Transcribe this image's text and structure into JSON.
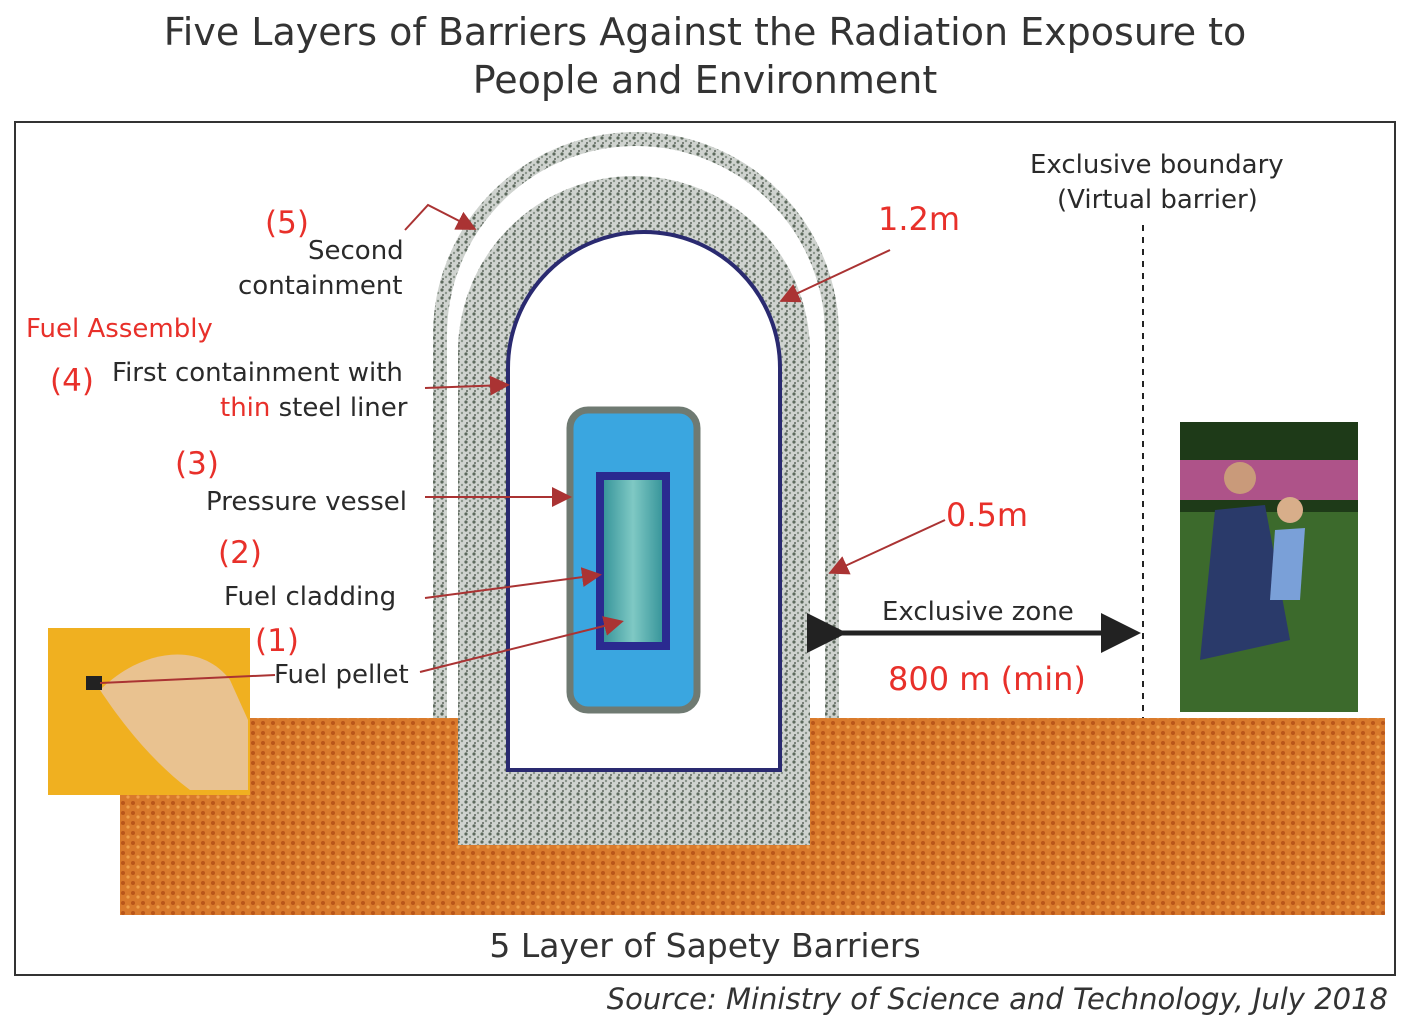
{
  "title": {
    "line1": "Five Layers of Barriers Against the Radiation Exposure to",
    "line2": "People and Environment"
  },
  "labels": {
    "layer5_num": "(5)",
    "layer5_text1": "Second",
    "layer5_text2": "containment",
    "fuel_assembly": "Fuel Assembly",
    "layer4_num": "(4)",
    "layer4_text1": "First containment with",
    "layer4_thin": "thin",
    "layer4_text2": " steel liner",
    "layer3_num": "(3)",
    "layer3_text": "Pressure vessel",
    "layer2_num": "(2)",
    "layer2_text": "Fuel cladding",
    "layer1_num": "(1)",
    "layer1_text": "Fuel pellet",
    "thickness_outer": "1.2m",
    "thickness_inner": "0.5m",
    "boundary1": "Exclusive boundary",
    "boundary2": "(Virtual barrier)",
    "zone": "Exclusive zone",
    "distance": "800 m (min)"
  },
  "caption": "5 Layer of Sapety Barriers",
  "source": "Source: Ministry of Science and Technology, July 2018",
  "colors": {
    "red": "#e8302a",
    "ground": "#d9772a",
    "vessel": "#3aa6e0",
    "liner": "#2a2a70"
  }
}
